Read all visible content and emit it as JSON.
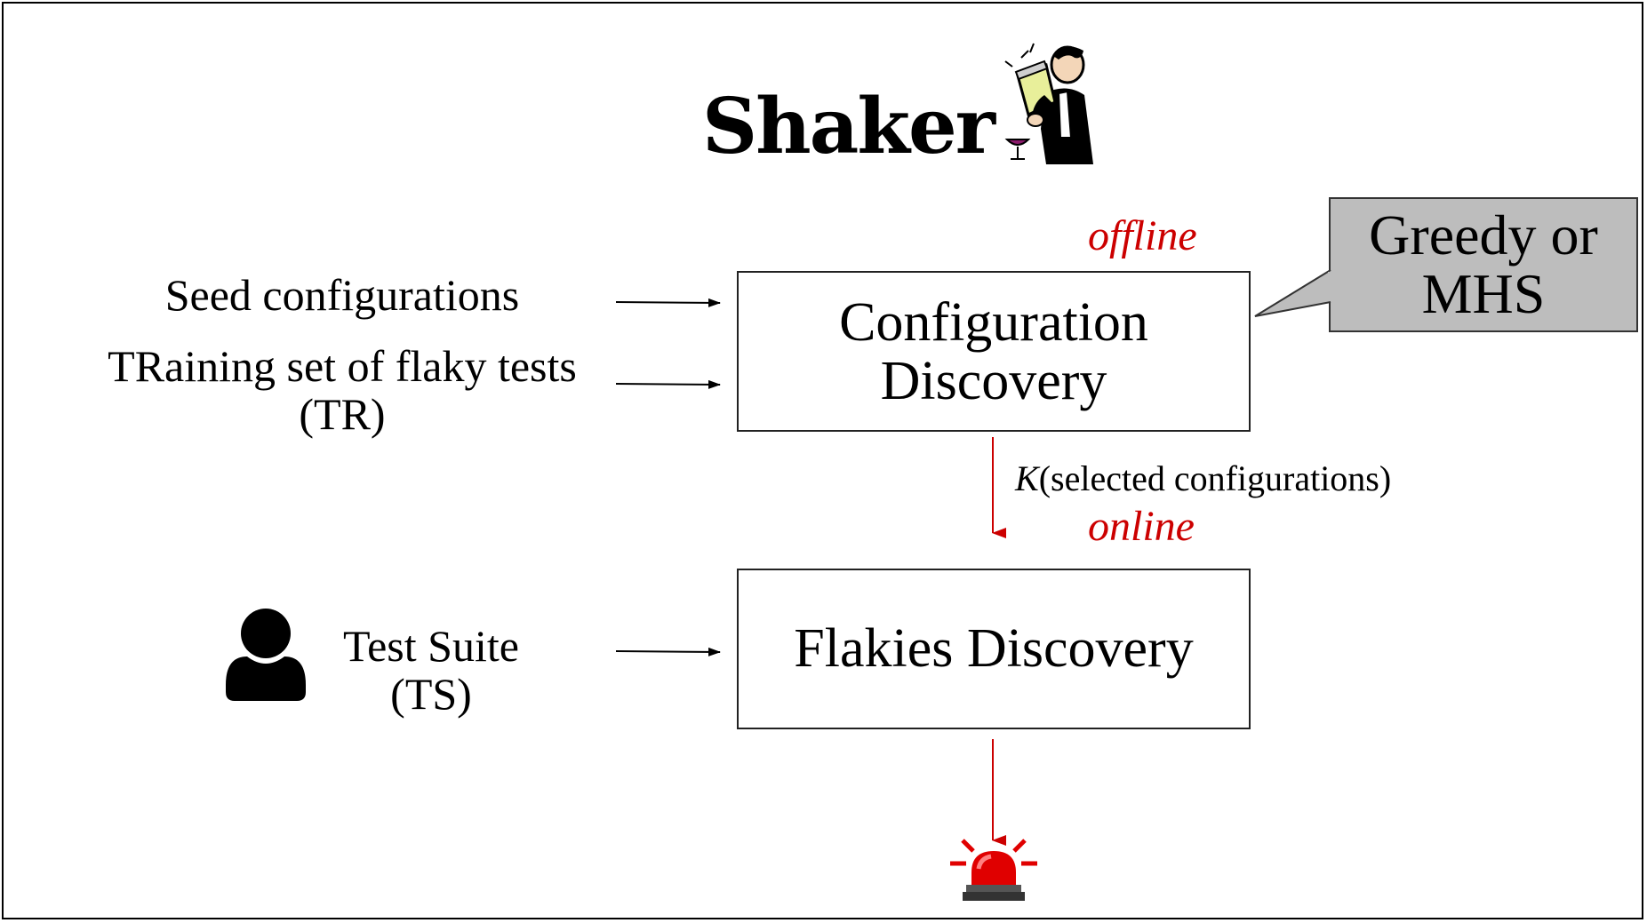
{
  "title": "Shaker",
  "inputs": {
    "seed": "Seed configurations",
    "training_line1": "TRaining set of flaky tests",
    "training_line2": "(TR)",
    "suite_line1": "Test Suite",
    "suite_line2": "(TS)"
  },
  "boxes": {
    "config_line1": "Configuration",
    "config_line2": "Discovery",
    "flakies": "Flakies Discovery"
  },
  "callout": {
    "line1": "Greedy or",
    "line2": "MHS",
    "fill": "#bdbdbd"
  },
  "phases": {
    "offline": "offline",
    "online": "online",
    "color": "#cc0000"
  },
  "edge_label": {
    "variable": "K",
    "text": "(selected configurations)"
  },
  "icons": [
    "bartender-icon",
    "user-icon",
    "alarm-siren-icon"
  ]
}
